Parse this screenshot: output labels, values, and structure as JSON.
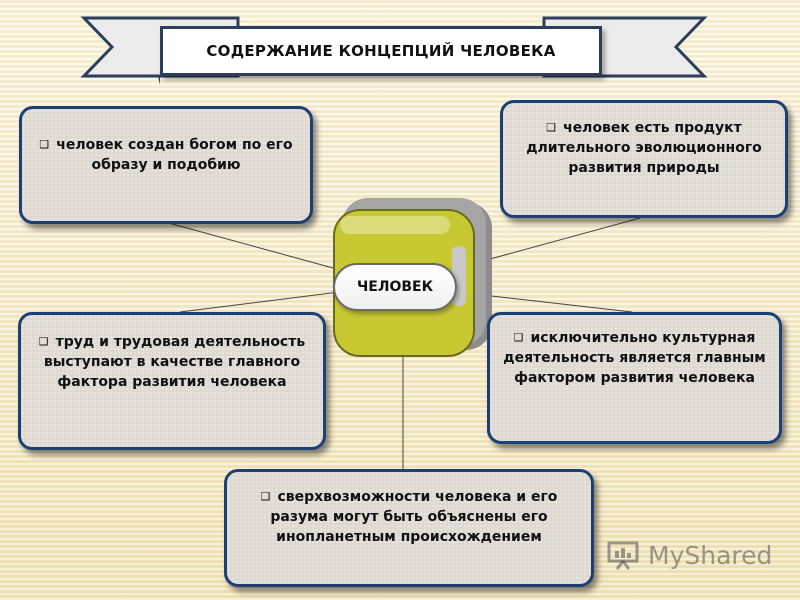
{
  "title": "СОДЕРЖАНИЕ  КОНЦЕПЦИЙ ЧЕЛОВЕКА",
  "center": "ЧЕЛОВЕК",
  "bullet_glyph": "❑",
  "concepts": {
    "top_left": "человек создан богом по его образу и подобию",
    "top_right": "человек есть продукт длительного эволюционного развития природы",
    "middle_left": "труд и трудовая деятельность выступают в качестве главного фактора развития человека",
    "middle_right": "исключительно культурная деятельность является главным фактором развития человека",
    "bottom": "сверхвозможности человека и его разума могут быть объяснены его инопланетным происхождением"
  },
  "watermark": "MyShared",
  "colors": {
    "card_border": "#1d3f73",
    "card_fill": "#dedad3",
    "hub": "#c8c832",
    "title_border": "#2d3d5c"
  }
}
